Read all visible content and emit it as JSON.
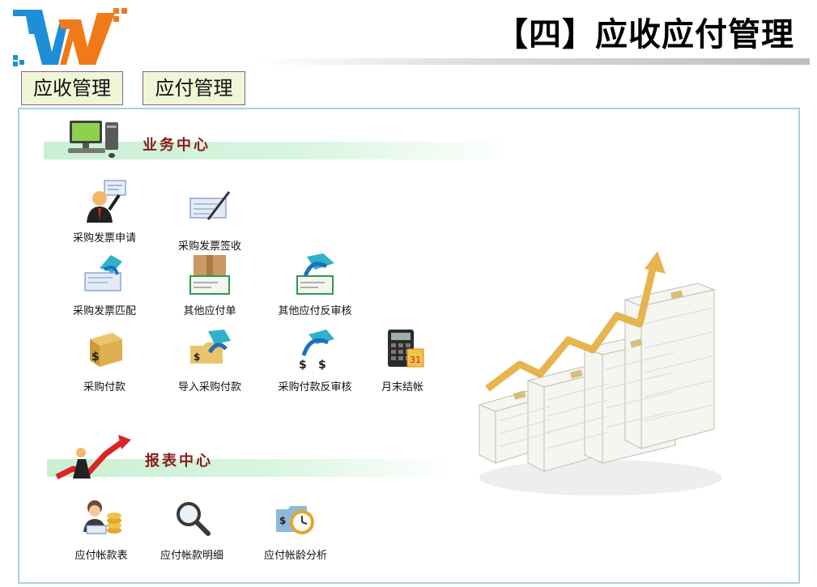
{
  "header": {
    "logo_letter": "W",
    "title": "【四】应收应付管理"
  },
  "tabs": [
    {
      "label": "应收管理"
    },
    {
      "label": "应付管理"
    }
  ],
  "business_center": {
    "title": "业务中心",
    "items": [
      {
        "label": "采购发票申请",
        "icon": "person-presenting-icon"
      },
      {
        "label": "采购发票签收",
        "icon": "sign-document-icon"
      },
      {
        "label": "采购发票匹配",
        "icon": "match-document-icon"
      },
      {
        "label": "其他应付单",
        "icon": "package-document-icon"
      },
      {
        "label": "其他应付反审核",
        "icon": "reverse-audit-icon"
      },
      {
        "label": "采购付款",
        "icon": "money-box-icon"
      },
      {
        "label": "导入采购付款",
        "icon": "import-folder-icon"
      },
      {
        "label": "采购付款反审核",
        "icon": "payment-reverse-icon"
      },
      {
        "label": "月末结帐",
        "icon": "calculator-calendar-icon"
      }
    ]
  },
  "report_center": {
    "title": "报表中心",
    "items": [
      {
        "label": "应付帐款表",
        "icon": "accountant-coins-icon"
      },
      {
        "label": "应付帐款明细",
        "icon": "magnifier-icon"
      },
      {
        "label": "应付帐龄分析",
        "icon": "clock-folder-icon"
      }
    ]
  },
  "colors": {
    "section_title": "#8b1a1a",
    "tab_background": "#eef6d6",
    "tab_border": "#8a5a9a",
    "panel_border": "#a9d0dc",
    "logo_blue": "#1e8fd6",
    "logo_orange": "#f07a1a"
  }
}
